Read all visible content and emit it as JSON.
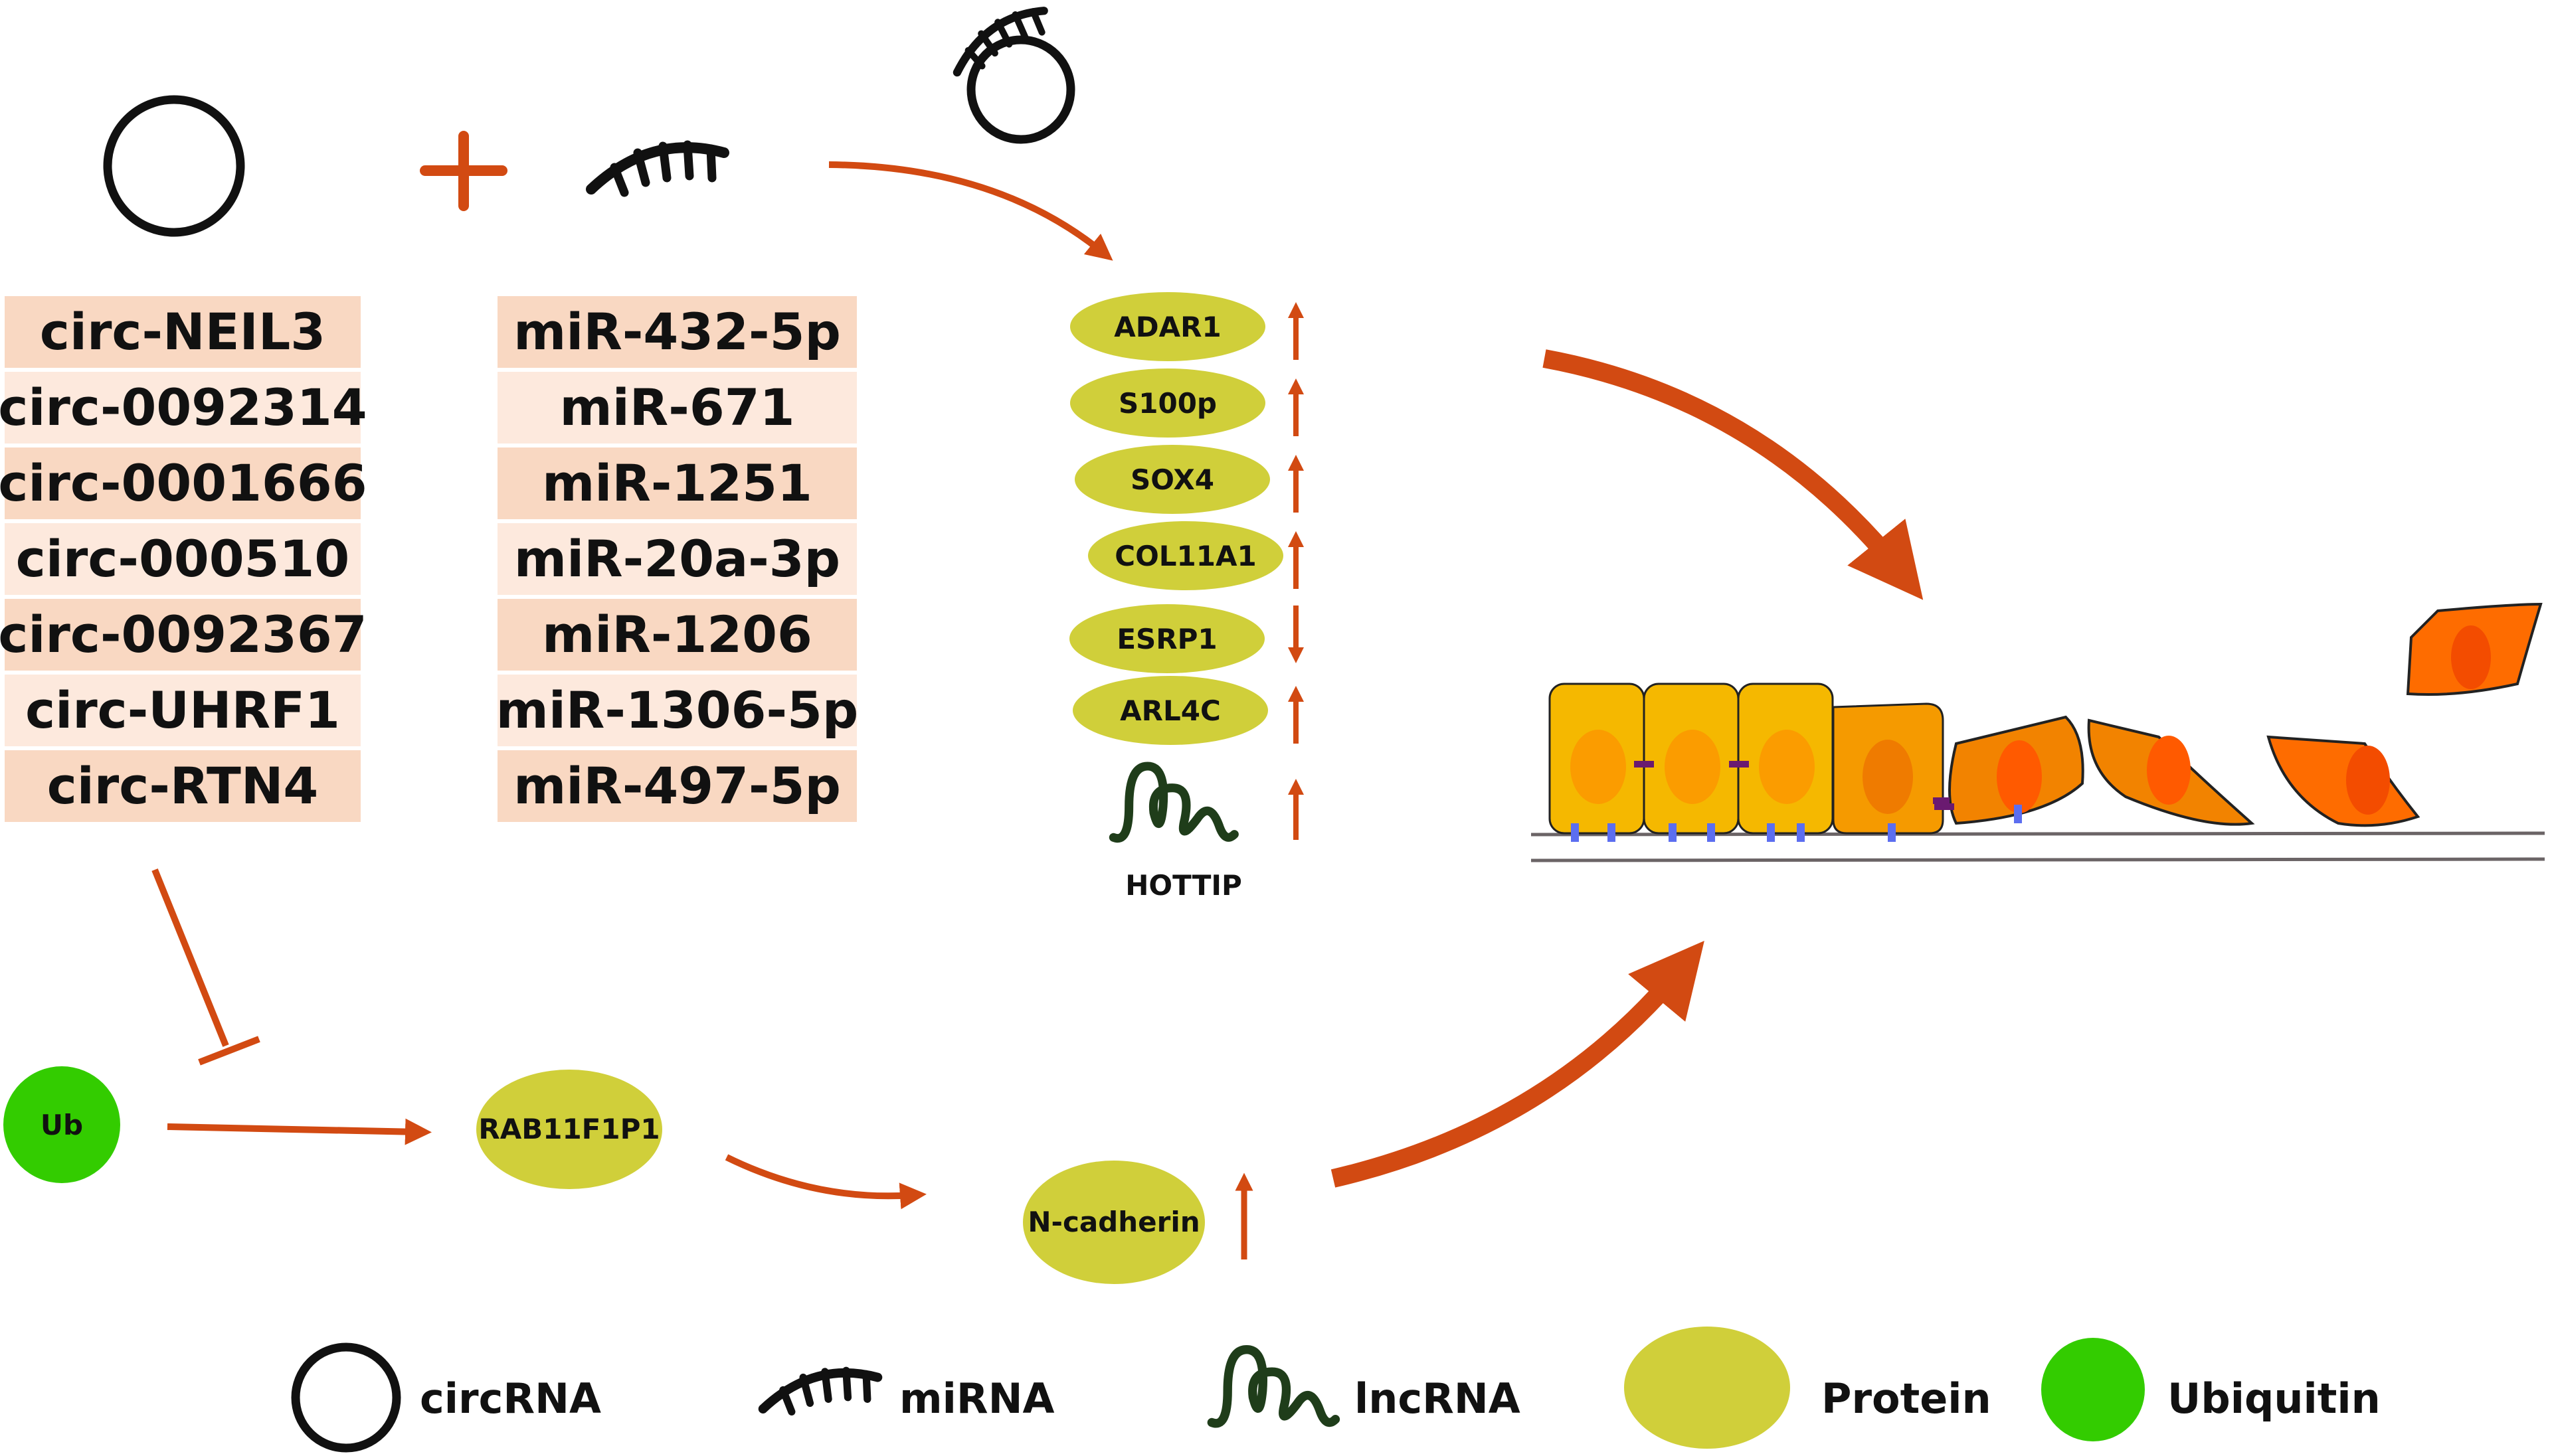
{
  "colors": {
    "arrow": "#d24a12",
    "protein": "#d0cf3a",
    "ubiquitin": "#33cc00",
    "row_dark": "#f9d8c2",
    "row_light": "#fde9dd",
    "lncrna": "#1f3d1a"
  },
  "circ_list": [
    "circ-NEIL3",
    "circ-0092314",
    "circ-0001666",
    "circ-000510",
    "circ-0092367",
    "circ-UHRF1",
    "circ-RTN4"
  ],
  "mir_list": [
    "miR-432-5p",
    "miR-671",
    "miR-1251",
    "miR-20a-3p",
    "miR-1206",
    "miR-1306-5p",
    "miR-497-5p"
  ],
  "targets": [
    {
      "label": "ADAR1",
      "direction": "up"
    },
    {
      "label": "S100p",
      "direction": "up"
    },
    {
      "label": "SOX4",
      "direction": "up"
    },
    {
      "label": "COL11A1",
      "direction": "up"
    },
    {
      "label": "ESRP1",
      "direction": "down"
    },
    {
      "label": "ARL4C",
      "direction": "up"
    }
  ],
  "lncrna_target": {
    "label": "HOTTIP",
    "direction": "up"
  },
  "ub_path": {
    "ub": "Ub",
    "protein": "RAB11F1P1",
    "effector": "N-cadherin",
    "direction": "up"
  },
  "legend": [
    {
      "icon": "circrna-icon",
      "label": "circRNA"
    },
    {
      "icon": "mirna-icon",
      "label": "miRNA"
    },
    {
      "icon": "lncrna-icon",
      "label": "lncRNA"
    },
    {
      "icon": "protein-icon",
      "label": "Protein"
    },
    {
      "icon": "ubiquitin-icon",
      "label": "Ubiquitin"
    }
  ]
}
